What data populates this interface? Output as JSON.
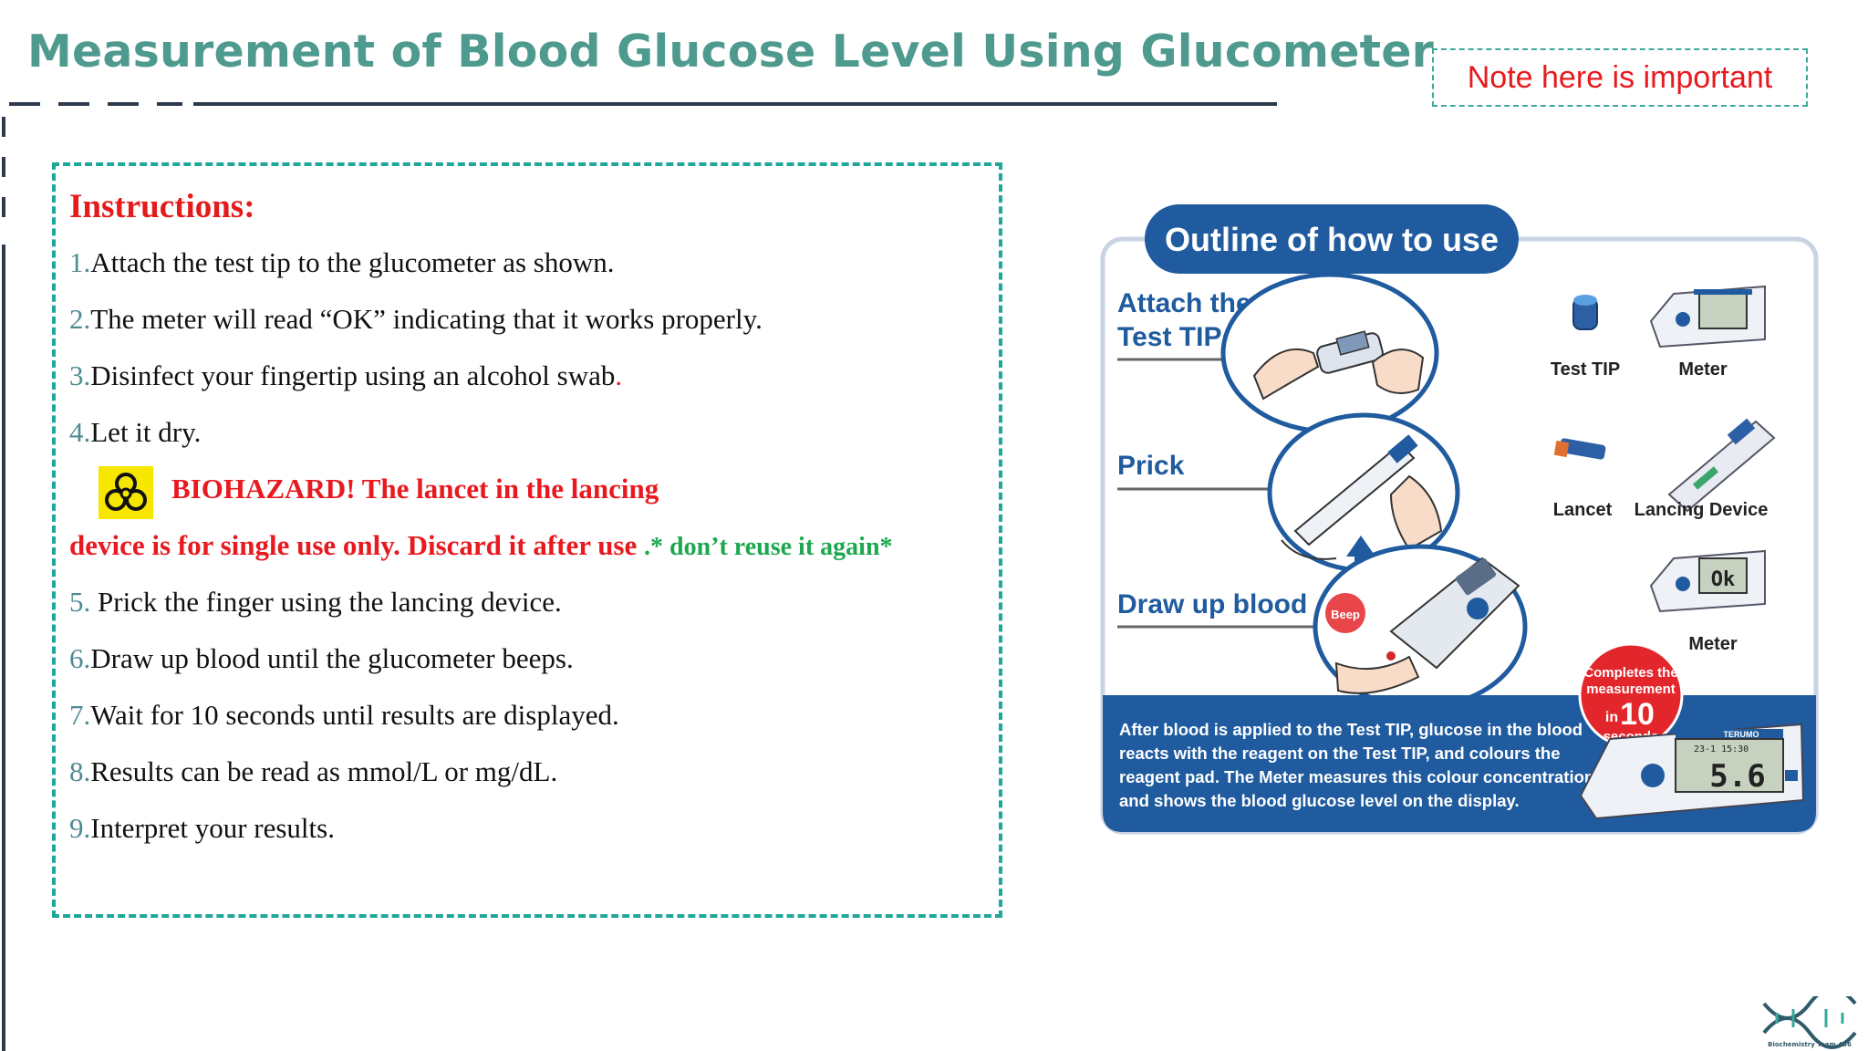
{
  "title": "Measurement of Blood Glucose Level Using Glucometer",
  "note": "Note here is important",
  "instructions": {
    "heading": "Instructions:",
    "steps": [
      {
        "num": "1.",
        "text": "Attach the test tip to the glucometer as shown."
      },
      {
        "num": "2.",
        "text": "The meter will read “OK” indicating that it works properly."
      },
      {
        "num": "3.",
        "text": "Disinfect your fingertip using an alcohol swab",
        "suffix": "."
      },
      {
        "num": "4.",
        "text": "Let it dry."
      }
    ],
    "biohazard_line1": "BIOHAZARD! The lancet in the lancing",
    "biohazard_line2": "device is for single use only. Discard it after use",
    "biohazard_note": ".* don’t reuse it again*",
    "steps2": [
      {
        "num": "5.",
        "text": " Prick the finger using the lancing device."
      },
      {
        "num": "6.",
        "text": "Draw up blood until the glucometer beeps."
      },
      {
        "num": "7.",
        "text": "Wait for 10 seconds until results are displayed."
      },
      {
        "num": "8.",
        "text": "Results can be read as mmol/L or mg/dL."
      },
      {
        "num": "9.",
        "text": "Interpret your results."
      }
    ]
  },
  "figure": {
    "header": "Outline of how to use",
    "step_attach_1": "Attach the",
    "step_attach_2": "Test TIP",
    "step_prick": "Prick",
    "step_draw": "Draw up blood",
    "label_test_tip": "Test TIP",
    "label_meter": "Meter",
    "label_lancet": "Lancet",
    "label_lancing_device": "Lancing Device",
    "label_meter_2": "Meter",
    "beep": "Beep",
    "badge_1": "Completes the",
    "badge_2": "measurement",
    "badge_in": "in",
    "badge_10": "10",
    "badge_seconds": "seconds",
    "display_ok": "Ok",
    "display_value": "5.6",
    "display_time": "23-1 15:30",
    "brand": "TERUMO",
    "note_lines": [
      "After blood is applied to the Test TIP, glucose in the blood",
      "reacts with the reagent on the Test TIP, and colours the",
      "reagent pad. The Meter measures this colour concentration,",
      "and shows the blood glucose level on the display."
    ]
  },
  "logo_text": "Biochemistry Team 436",
  "colors": {
    "title": "#4e9a8e",
    "accent_teal": "#1fa89a",
    "red": "#e8191f",
    "green": "#1da850",
    "figure_blue": "#1f5b9e"
  }
}
